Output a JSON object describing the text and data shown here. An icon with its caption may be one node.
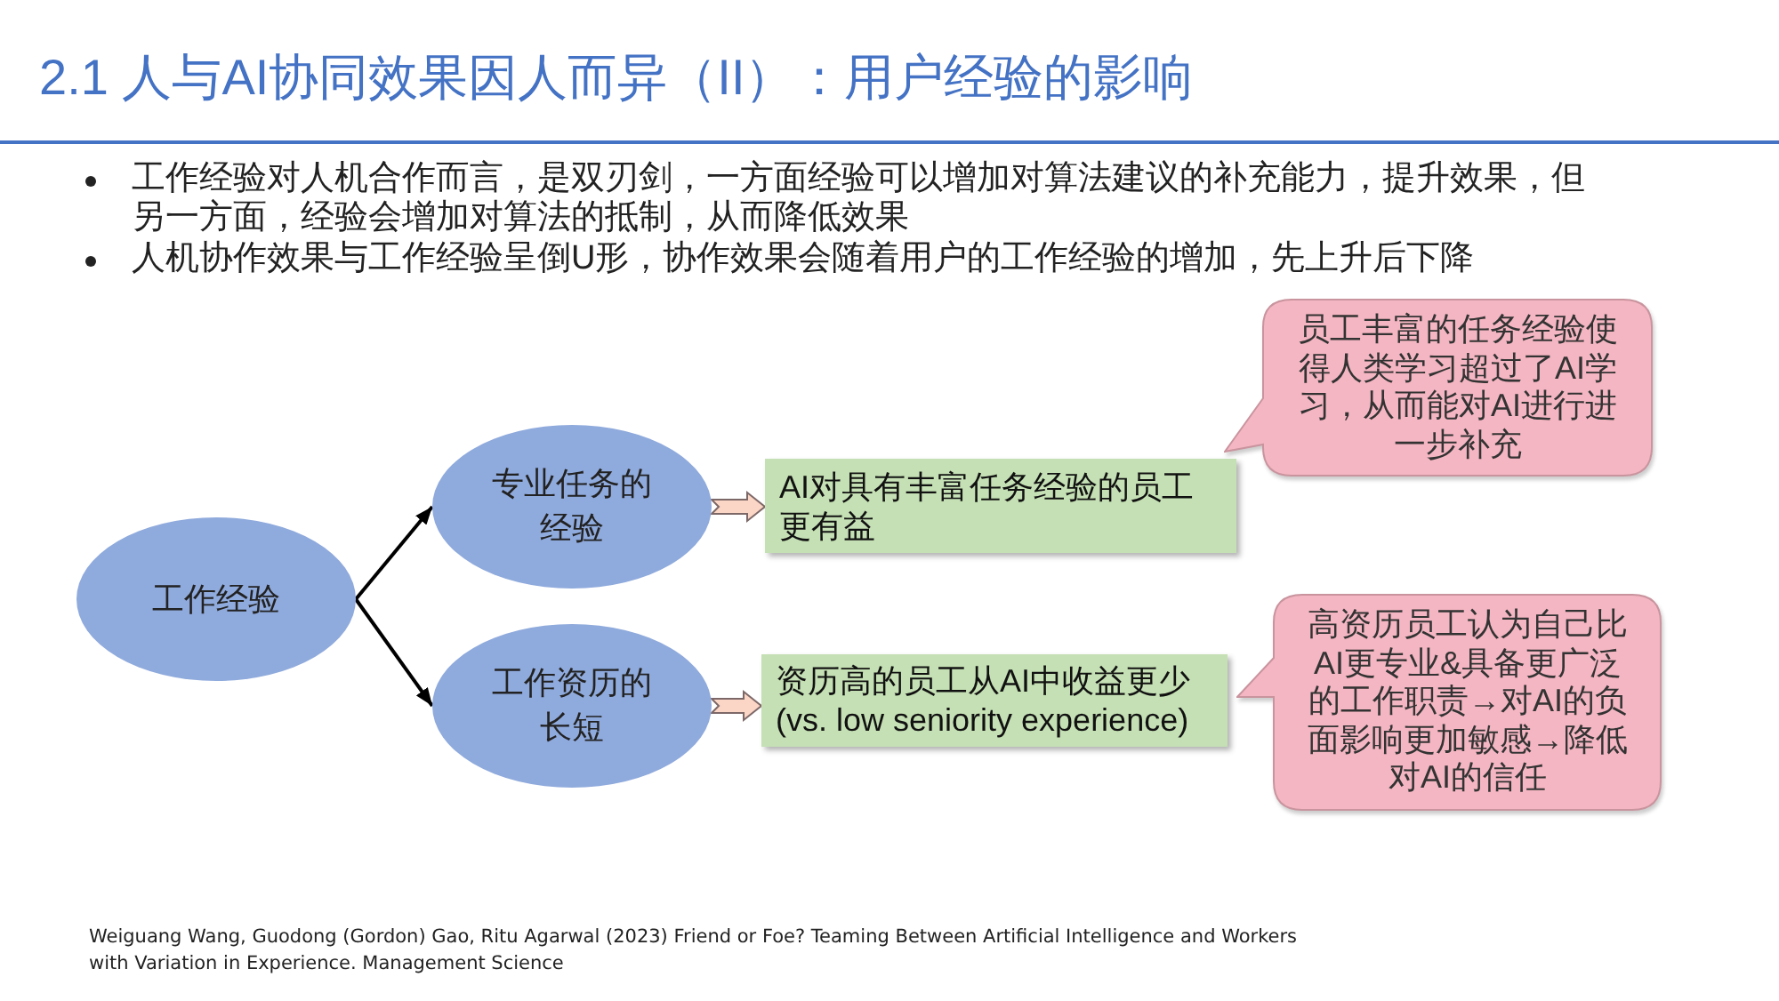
{
  "diagram": {
    "title": "2.1 人与AI协同效果因人而异（II）：用户经验的影响",
    "nodes": [
      {
        "text": [
          "工作经验"
        ]
      },
      {
        "text": [
          "专业任务的经验"
        ]
      },
      {
        "text": [
          "工作资历的长短"
        ]
      },
      {
        "text": [
          "AI对具有丰富任务经验的员工更有益"
        ]
      },
      {
        "text": [
          "资历高的员工从AI中收益更少 (vs. low seniority experience)"
        ]
      },
      {
        "text": [
          "员工丰富的任务经验使得人类学习超过了AI学习，从而能对AI进行进一步补充"
        ]
      },
      {
        "text": [
          "高资历员工认为自己比AI更专业&具备更广泛的工作职责→对AI的负面影响更加敏感→降低对AI的信任"
        ]
      }
    ],
    "edges": [
      {
        "from": 0,
        "to": 1,
        "arrow": "to"
      },
      {
        "from": 0,
        "to": 2,
        "arrow": "to"
      },
      {
        "from": 1,
        "to": 3,
        "arrow": "to",
        "style": "thick",
        "color": "#fbd5c5"
      },
      {
        "from": 2,
        "to": 4,
        "arrow": "to",
        "style": "thick",
        "color": "#fbd5c5"
      }
    ],
    "labels": [
      "工作经验对人机合作而言，是双刃剑，一方面经验可以增加对算法建议的补充能力，提升效果，但另一方面，经验会增加对算法的抵制，从而降低效果",
      "人机协作效果与工作经验呈倒U形，协作效果会随着用户的工作经验的增加，先上升后下降",
      "Weiguang Wang, Guodong (Gordon) Gao, Ritu Agarwal (2023) Friend or Foe? Teaming Between Artificial Intelligence and Workers with Variation in Experience. Management Science"
    ]
  }
}
